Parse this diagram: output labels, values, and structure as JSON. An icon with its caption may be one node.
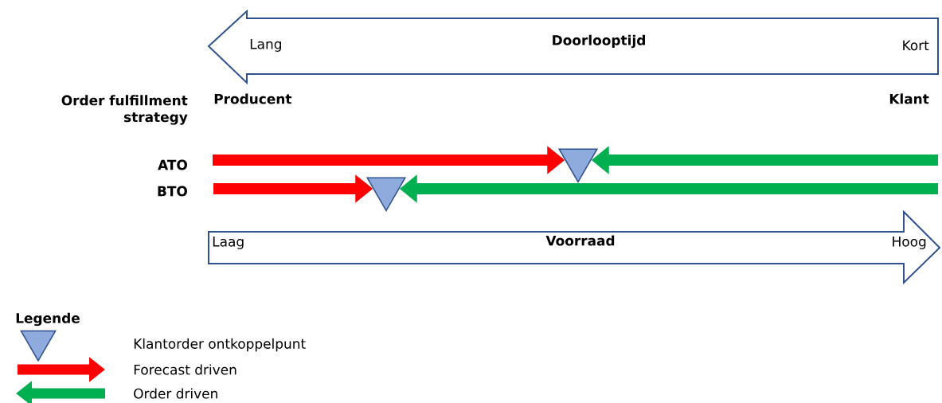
{
  "diagram": {
    "nodes": [
      {
        "text": [
          "Lang",
          "Doorlooptijd",
          "Kort"
        ]
      },
      {
        "text": [
          "Laag",
          "Voorraad",
          "Hoog"
        ]
      },
      {
        "text": [],
        "shape": "triangle"
      },
      {
        "text": [],
        "shape": "triangle"
      }
    ],
    "edges": [
      {
        "from": null,
        "to": 2,
        "arrow": "to",
        "color": "#ff0000"
      },
      {
        "from": null,
        "to": 2,
        "arrow": "to",
        "color": "#00b050"
      },
      {
        "from": null,
        "to": 3,
        "arrow": "to",
        "color": "#ff0000"
      },
      {
        "from": null,
        "to": 3,
        "arrow": "to",
        "color": "#00b050"
      }
    ],
    "labels": [
      "Order fulfillment strategy",
      "Producent",
      "Klant",
      "ATO",
      "BTO",
      "Legende"
    ],
    "legend": [
      {
        "text": "Klantorder ontkoppelpunt"
      },
      {
        "text": "Forecast driven"
      },
      {
        "text": "Order driven"
      }
    ]
  }
}
